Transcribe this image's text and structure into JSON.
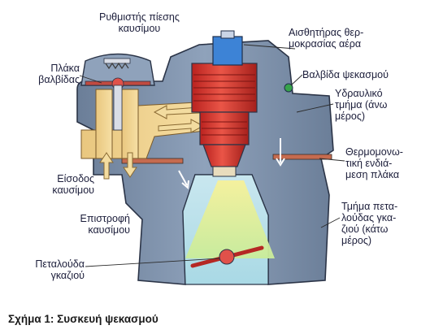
{
  "labels": {
    "pressure_regulator": "Ρυθμιστής πίεσης\nκαυσίμου",
    "valve_plate": "Πλάκα\nβαλβίδας",
    "air_temp_sensor": "Αισθητήρας θερ-\nμοκρασίας αέρα",
    "injection_valve": "Βαλβίδα ψεκασμού",
    "hydraulic_upper": "Υδραυλικό\nτμήμα (άνω\nμέρος)",
    "thermal_plate": "Θερμομονω-\nτική ενδιά-\nμεση πλάκα",
    "throttle_body_lower": "Τμήμα πετα-\nλούδας γκα-\nζιού (κάτω\nμέρος)",
    "fuel_inlet": "Είσοδος\nκαυσίμου",
    "fuel_return": "Επιστροφή\nκαυσίμου",
    "throttle_plate": "Πεταλούδα\nγκαζιού"
  },
  "caption": "Σχήμα 1: Συσκευή ψεκασμού"
}
